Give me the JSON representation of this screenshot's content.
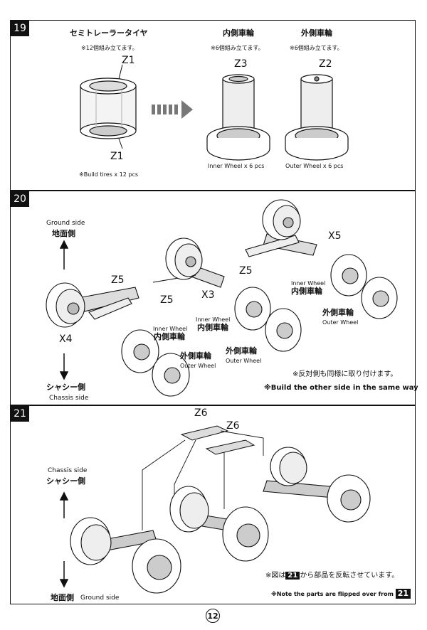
{
  "step19": {
    "number": "19",
    "title_jp": "セミトレーラータイヤ",
    "note_jp": "※12個組み立てます。",
    "inner_title_jp": "内側車輪",
    "inner_note_jp": "※6個組み立てます。",
    "outer_title_jp": "外側車輪",
    "outer_note_jp": "※6個組み立てます。",
    "part_z1_top": "Z1",
    "part_z1_bottom": "Z1",
    "part_z3": "Z3",
    "part_z2": "Z2",
    "build_tires": "※Build tires x 12 pcs",
    "inner_wheel": "Inner Wheel x 6 pcs",
    "outer_wheel": "Outer Wheel x 6 pcs"
  },
  "step20": {
    "number": "20",
    "ground_en": "Ground side",
    "ground_jp": "地面側",
    "chassis_jp": "シャシー側",
    "chassis_en": "Chassis side",
    "z5_a": "Z5",
    "z5_b": "Z5",
    "z5_c": "Z5",
    "x3": "X3",
    "x4": "X4",
    "x5": "X5",
    "inner_en_1": "Inner Wheel",
    "inner_jp_1": "内側車輪",
    "outer_jp_1": "外側車輪",
    "outer_en_1": "Outer Wheel",
    "inner_en_2": "Inner Wheel",
    "inner_jp_2": "内側車輪",
    "outer_jp_2": "外側車輪",
    "outer_en_2": "Outer Wheel",
    "inner_en_3": "Inner Wheel",
    "inner_jp_3": "内側車輪",
    "outer_jp_3": "外側車輪",
    "outer_en_3": "Outer Wheel",
    "note_jp": "※反対側も同様に取り付けます。",
    "note_en": "※Build the other side in the same way"
  },
  "step21": {
    "number": "21",
    "chassis_en": "Chassis side",
    "chassis_jp": "シャシー側",
    "ground_jp": "地面側",
    "ground_en": "Ground side",
    "z6_a": "Z6",
    "z6_b": "Z6",
    "note_jp_pre": "※図は",
    "note_ref": "21",
    "note_jp_post": "から部品を反転させています。",
    "note_en": "※Note the parts are flipped over from",
    "note_ref_en": "21"
  },
  "page_number": "12"
}
